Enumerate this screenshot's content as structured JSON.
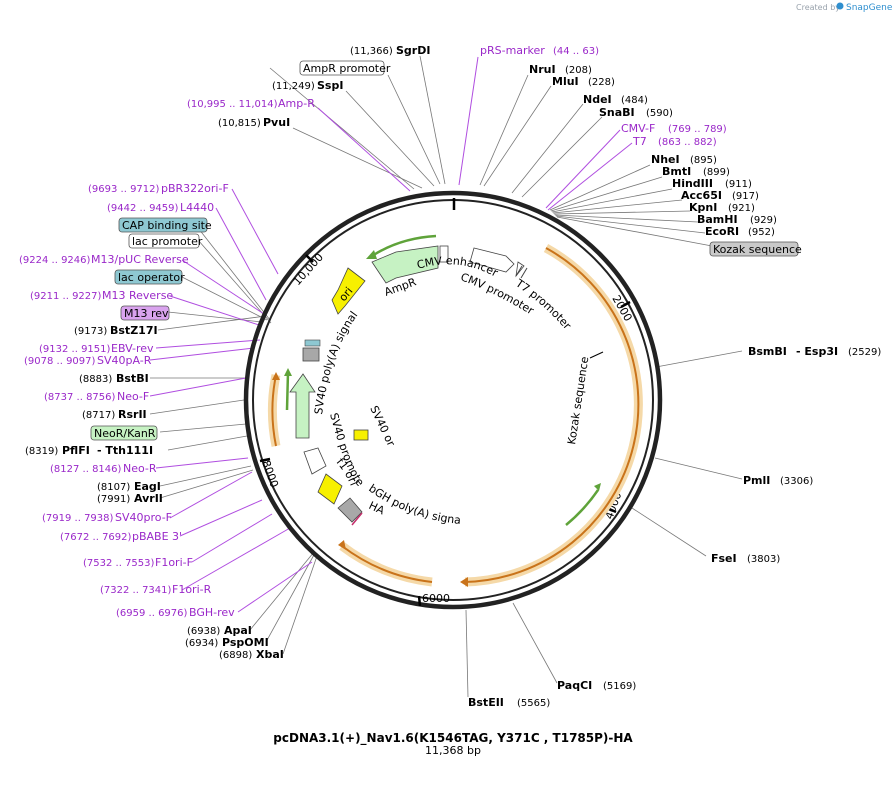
{
  "header": {
    "created_by": "Created by",
    "brand": "SnapGene"
  },
  "plasmid": {
    "name": "pcDNA3.1(+)_Nav1.6(K1546TAG, Y371C , T1785P)-HA",
    "size": "11,368 bp"
  },
  "ticks": [
    "2000",
    "4000",
    "6000",
    "8000",
    "10,000"
  ],
  "sites_top": [
    {
      "pos": "(11,366)",
      "name": "SgrDI"
    },
    {
      "pos": "(11,249)",
      "name": "SspI"
    },
    {
      "pos": "(10,815)",
      "name": "PvuI"
    },
    {
      "pos": "(208)",
      "name": "NruI"
    },
    {
      "pos": "(228)",
      "name": "MluI"
    },
    {
      "pos": "(484)",
      "name": "NdeI"
    },
    {
      "pos": "(590)",
      "name": "SnaBI"
    },
    {
      "pos": "(895)",
      "name": "NheI"
    },
    {
      "pos": "(899)",
      "name": "BmtI"
    },
    {
      "pos": "(911)",
      "name": "HindIII"
    },
    {
      "pos": "(917)",
      "name": "Acc65I"
    },
    {
      "pos": "(921)",
      "name": "KpnI"
    },
    {
      "pos": "(929)",
      "name": "BamHI"
    },
    {
      "pos": "(952)",
      "name": "EcoRI"
    }
  ],
  "sites_right": [
    {
      "name": "BsmBI",
      "name2": "- Esp3I",
      "pos": "(2529)"
    },
    {
      "name": "PmlI",
      "pos": "(3306)"
    },
    {
      "name": "FseI",
      "pos": "(3803)"
    },
    {
      "name": "PaqCI",
      "pos": "(5169)"
    },
    {
      "name": "BstEII",
      "pos": "(5565)"
    }
  ],
  "sites_left": [
    {
      "pos": "(9173)",
      "name": "BstZ17I"
    },
    {
      "pos": "(8883)",
      "name": "BstBI"
    },
    {
      "pos": "(8717)",
      "name": "RsrII"
    },
    {
      "pos": "(8319)",
      "name": "PflFI",
      "name2": "- Tth111I"
    },
    {
      "pos": "(8107)",
      "name": "EagI"
    },
    {
      "pos": "(7991)",
      "name": "AvrII"
    },
    {
      "pos": "(6938)",
      "name": "ApaI"
    },
    {
      "pos": "(6934)",
      "name": "PspOMI"
    },
    {
      "pos": "(6898)",
      "name": "XbaI"
    }
  ],
  "primers": [
    {
      "pos": "(44 .. 63)",
      "name": "pRS-marker"
    },
    {
      "pos": "(10,995 .. 11,014)",
      "name": "Amp-R"
    },
    {
      "pos": "(769 .. 789)",
      "name": "CMV-F"
    },
    {
      "pos": "(863 .. 882)",
      "name": "T7"
    },
    {
      "pos": "(9693 .. 9712)",
      "name": "pBR322ori-F"
    },
    {
      "pos": "(9442 .. 9459)",
      "name": "L4440"
    },
    {
      "pos": "(9224 .. 9246)",
      "name": "M13/pUC Reverse"
    },
    {
      "pos": "(9211 .. 9227)",
      "name": "M13 Reverse"
    },
    {
      "pos": "(9132 .. 9151)",
      "name": "EBV-rev"
    },
    {
      "pos": "(9078 .. 9097)",
      "name": "SV40pA-R"
    },
    {
      "pos": "(8737 .. 8756)",
      "name": "Neo-F"
    },
    {
      "pos": "(8127 .. 8146)",
      "name": "Neo-R"
    },
    {
      "pos": "(7919 .. 7938)",
      "name": "SV40pro-F"
    },
    {
      "pos": "(7672 .. 7692)",
      "name": "pBABE 3'"
    },
    {
      "pos": "(7532 .. 7553)",
      "name": "F1ori-F"
    },
    {
      "pos": "(7322 .. 7341)",
      "name": "F1ori-R"
    },
    {
      "pos": "(6959 .. 6976)",
      "name": "BGH-rev"
    }
  ],
  "boxed_features": [
    {
      "name": "AmpR promoter",
      "fill": "#ffffff"
    },
    {
      "name": "Kozak sequence",
      "fill": "#c9c9c9"
    },
    {
      "name": "CAP binding site",
      "fill": "#8ec8d2"
    },
    {
      "name": "lac promoter",
      "fill": "#ffffff"
    },
    {
      "name": "lac operator",
      "fill": "#8ec8d2"
    },
    {
      "name": "M13 rev",
      "fill": "#d9a3ee"
    },
    {
      "name": "NeoR/KanR",
      "fill": "#c6f2c3"
    }
  ],
  "feature_labels": {
    "cmv_enhancer": "CMV enhancer",
    "cmv_promoter": "CMV promoter",
    "t7_promoter": "T7 promoter",
    "ampr": "AmpR",
    "ori": "ori",
    "sv40_polya": "SV40 poly(A) signal",
    "sv40_promoter": "SV40 promoter",
    "sv40_ori": "SV40 ori",
    "f1_ori": "f1 ori",
    "bgh": "bGH poly(A) signal",
    "ha": "HA",
    "kozak": "Kozak sequence"
  },
  "colors": {
    "primer": "#9a28c9",
    "backbone": "#222222",
    "orf_fill": "#f5d9a8",
    "orf_stroke": "#c9731a",
    "green_arrow": "#5fa33a",
    "marker_fill": "#c6f2c3",
    "ori_fill": "#f7f000",
    "promoter_fill": "#ffffff",
    "polya_fill": "#a8a8a8"
  }
}
